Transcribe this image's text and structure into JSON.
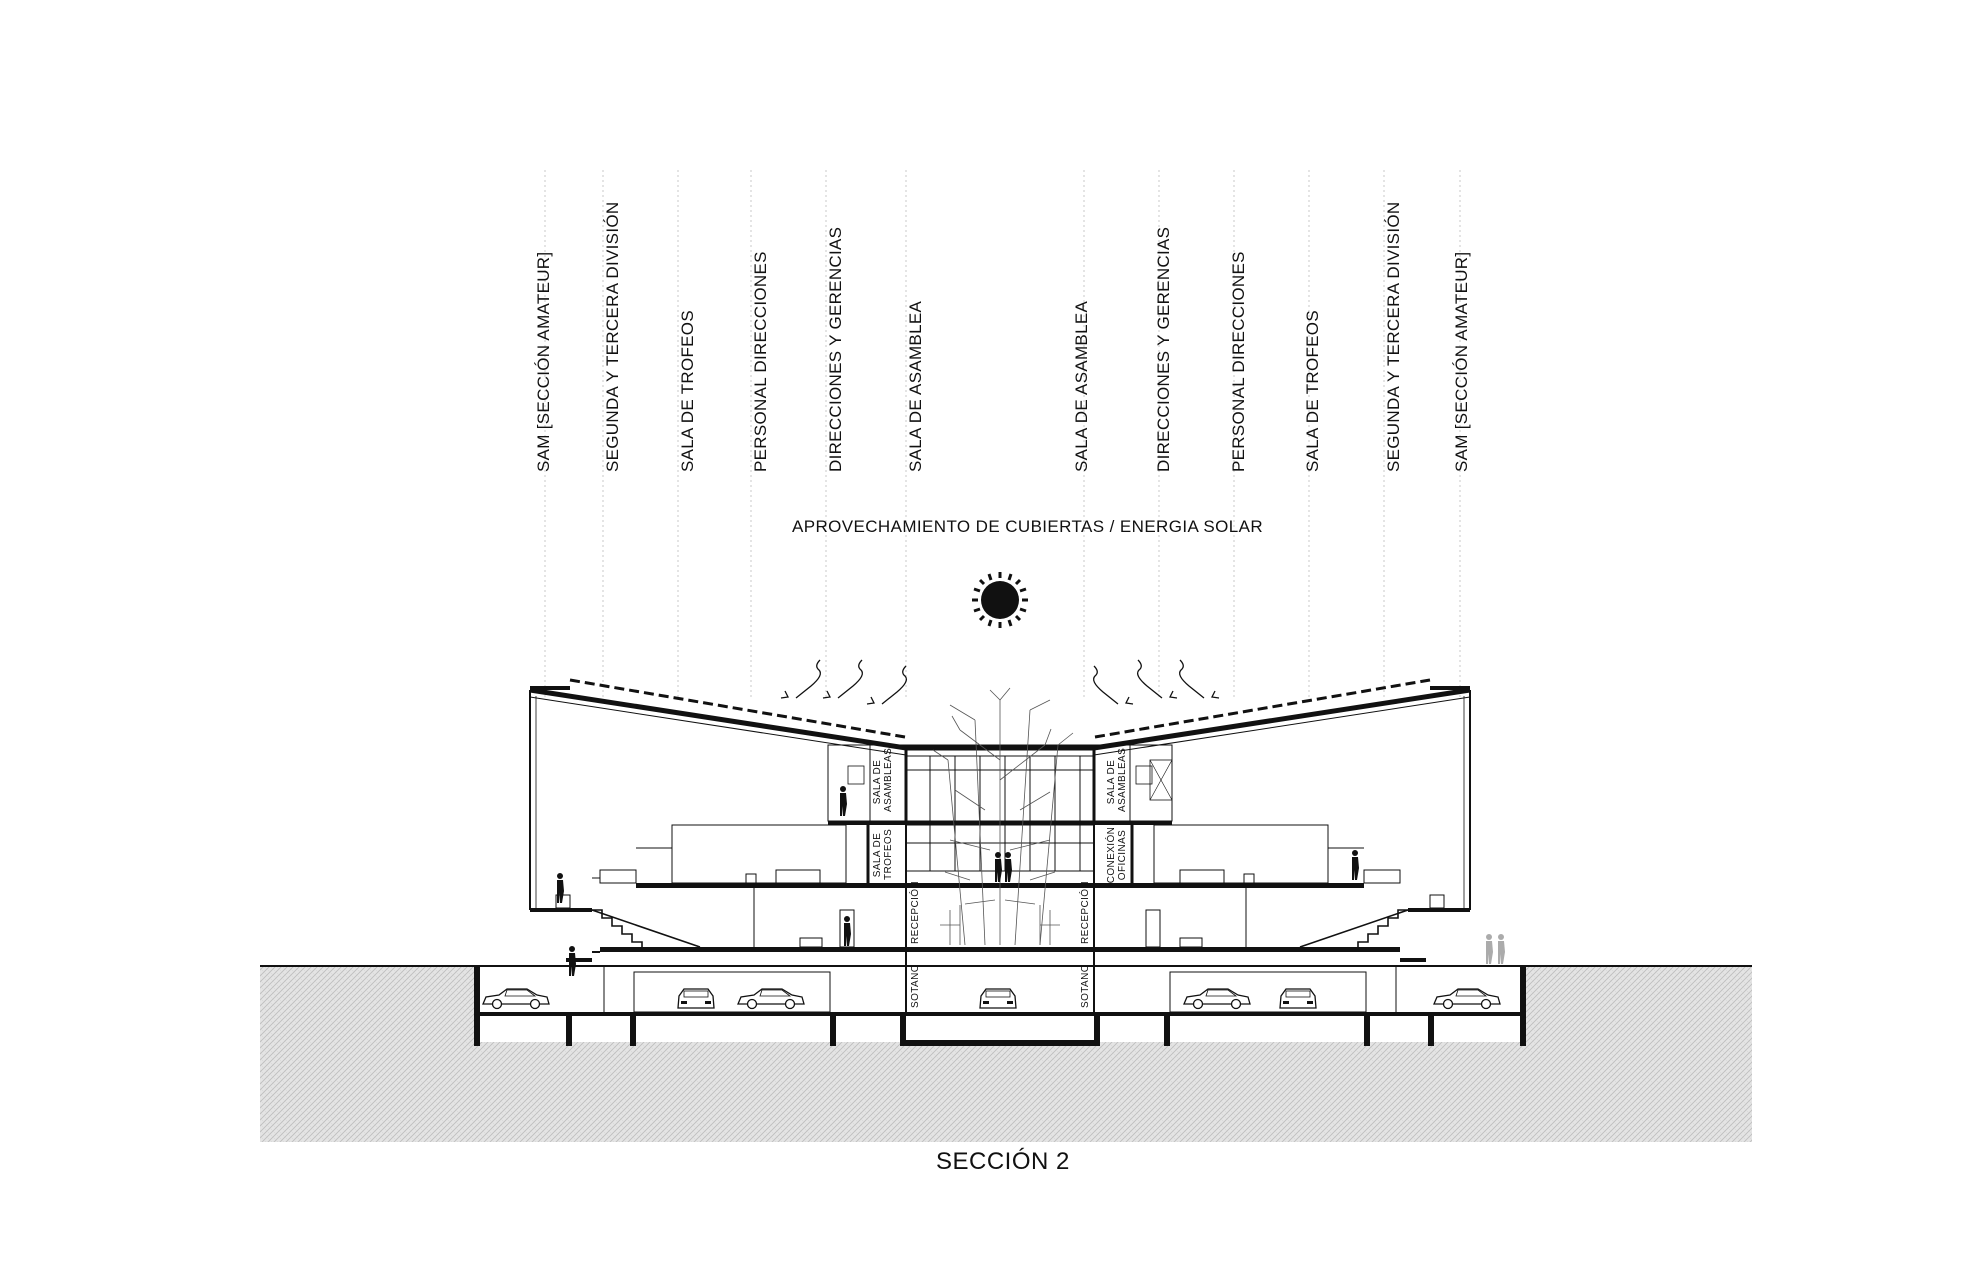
{
  "program_labels": [
    "SAM [SECCIÓN AMATEUR]",
    "SEGUNDA  Y TERCERA DIVISIÓN",
    "SALA DE TROFEOS",
    "PERSONAL DIRECCIONES",
    "DIRECCIONES Y GERENCIAS",
    "SALA DE ASAMBLEA",
    "SALA DE ASAMBLEA",
    "DIRECCIONES Y GERENCIAS",
    "PERSONAL DIRECCIONES",
    "SALA DE TROFEOS",
    "SEGUNDA  Y TERCERA DIVISIÓN",
    "SAM [SECCIÓN AMATEUR]"
  ],
  "roof_caption": "APROVECHAMIENTO DE CUBIERTAS / ENERGIA SOLAR",
  "room_labels": {
    "sala_asambleas_left": "SALA DE ASAMBLEAS",
    "sala_asambleas_right": "SALA DE ASAMBLEAS",
    "sala_trofeos": "SALA DE TROFEOS",
    "conexion_oficinas": "CONEXIÓN OFICINAS",
    "recepcion_left": "RECEPCIÓN",
    "recepcion_right": "RECEPCIÓN",
    "sotano_left": "SOTANO",
    "sotano_right": "SOTANO"
  },
  "section_title": "SECCIÓN 2",
  "icons": [
    "sun-icon",
    "solar-ray-icon",
    "car-icon",
    "person-silhouette-icon",
    "tree-icon"
  ]
}
